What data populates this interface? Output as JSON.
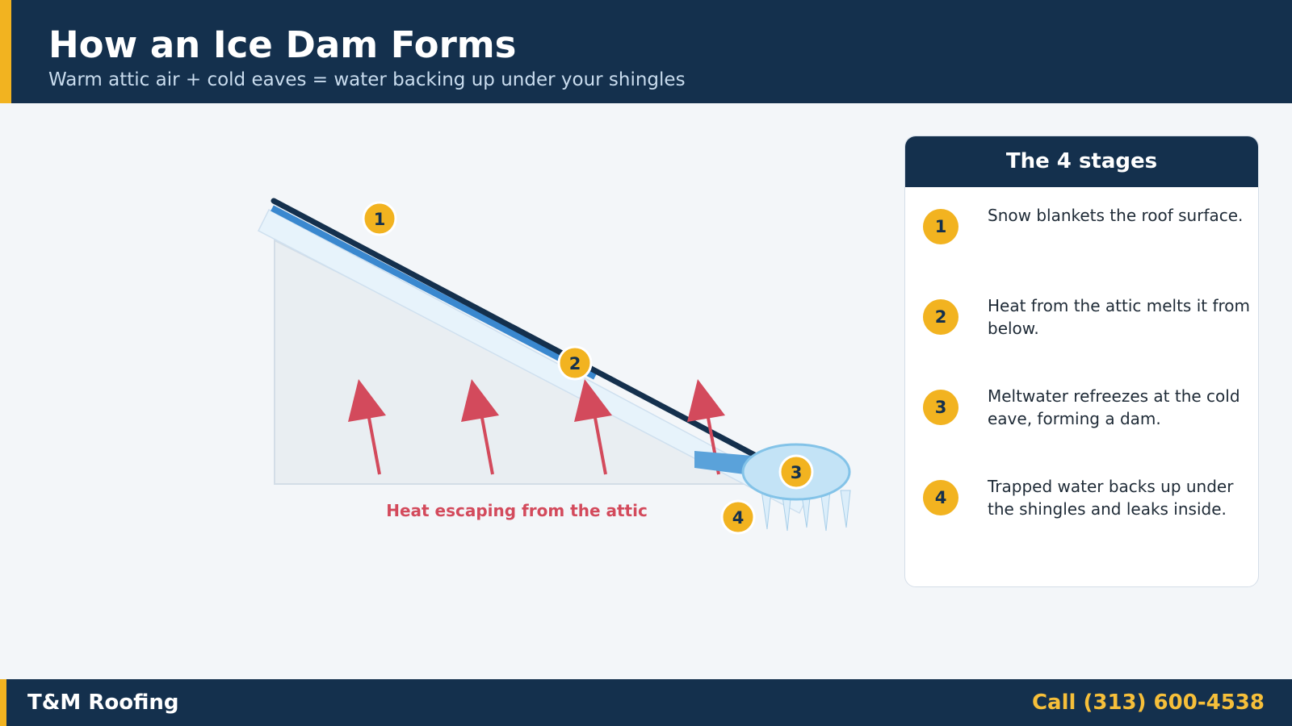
{
  "header": {
    "title": "How an Ice Dam Forms",
    "subtitle": "Warm attic air + cold eaves = water backing up under your shingles"
  },
  "diagram": {
    "heat_label": "Heat escaping from the attic",
    "markers": [
      "1",
      "2",
      "3",
      "4"
    ]
  },
  "stages": {
    "title": "The 4 stages",
    "items": [
      {
        "number": "1",
        "text": "Snow blankets the roof surface."
      },
      {
        "number": "2",
        "text": "Heat from the attic melts it from below."
      },
      {
        "number": "3",
        "text": "Meltwater refreezes at the cold eave, forming a dam."
      },
      {
        "number": "4",
        "text": "Trapped water backs up under the shingles and leaks inside."
      }
    ]
  },
  "footer": {
    "brand": "T&M Roofing",
    "phone": "Call (313) 600-4538"
  },
  "colors": {
    "navy": "#14304d",
    "accent_yellow": "#f2b320",
    "heat_red": "#d34a5c",
    "meltwater_blue": "#3a88cf",
    "ice_blue": "#c3e3f6"
  }
}
